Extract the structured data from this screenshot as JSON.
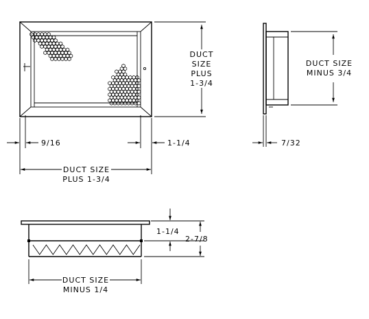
{
  "front_view": {
    "height_label_line1": "DUCT",
    "height_label_line2": "SIZE",
    "height_label_line3": "PLUS",
    "height_label_line4": "1-3/4",
    "flange_left": "9/16",
    "flange_right": "1-1/4",
    "width_label_line1": "DUCT SIZE",
    "width_label_line2": "PLUS 1-3/4"
  },
  "side_view": {
    "height_label_line1": "DUCT SIZE",
    "height_label_line2": "MINUS 3/4",
    "thickness": "7/32"
  },
  "bottom_view": {
    "depth_upper": "1-1/4",
    "depth_total": "2-7/8",
    "width_label_line1": "DUCT SIZE",
    "width_label_line2": "MINUS 1/4"
  }
}
